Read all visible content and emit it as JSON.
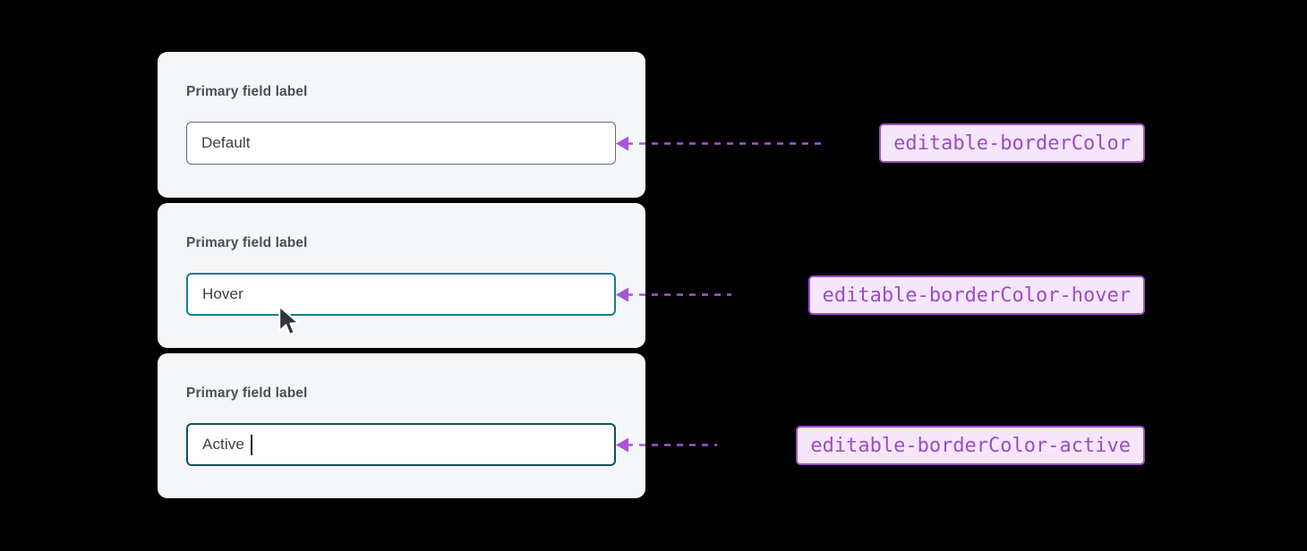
{
  "page": {
    "background_color": "#000000",
    "card_background": "#f4f6f8",
    "input_background": "#ffffff",
    "label_text_color": "#4a5057",
    "value_text_color": "#3c4043",
    "annotation_text_color": "#9b4dc7",
    "annotation_fill_color": "#f6e6fb",
    "annotation_border_color": "#9b51c9",
    "connector_color": "#a855d6"
  },
  "fields": [
    {
      "state": "default",
      "label": "Primary field label",
      "value": "Default",
      "placeholder": "Default",
      "border_color": "#646d77",
      "annotation": "editable-borderColor",
      "has_caret": false,
      "has_cursor": false
    },
    {
      "state": "hover",
      "label": "Primary field label",
      "value": "Hover",
      "placeholder": "Hover",
      "border_color": "#1a7b94",
      "annotation": "editable-borderColor-hover",
      "has_caret": false,
      "has_cursor": true
    },
    {
      "state": "active",
      "label": "Primary field label",
      "value": "Active",
      "placeholder": "Active",
      "border_color": "#14505f",
      "annotation": "editable-borderColor-active",
      "has_caret": true,
      "has_cursor": false
    }
  ]
}
